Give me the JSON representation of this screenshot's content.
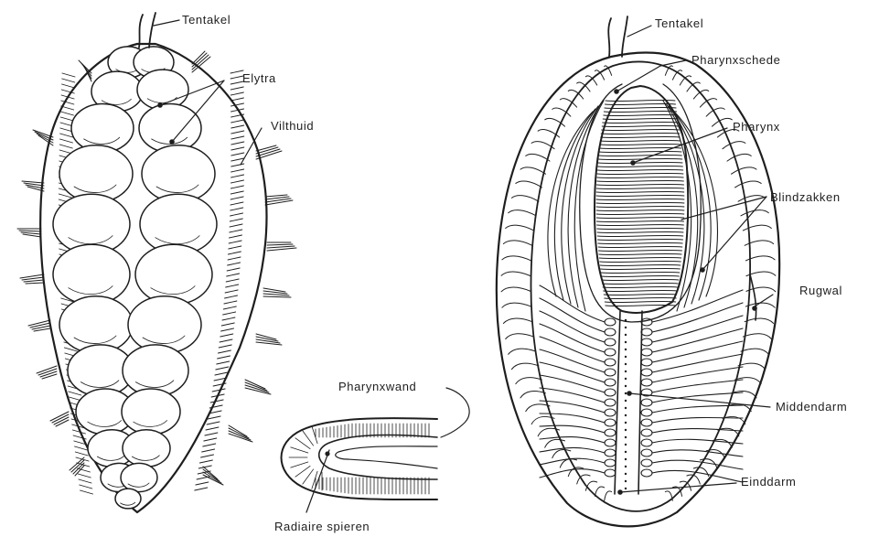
{
  "figure": {
    "left_specimen": {
      "labels": {
        "tentakel": "Tentakel",
        "elytra": "Elytra",
        "vilthuid": "Vilthuid"
      }
    },
    "pharynx_section": {
      "labels": {
        "pharynxwand": "Pharynxwand",
        "radiaire_spieren": "Radiaire spieren"
      }
    },
    "right_specimen": {
      "labels": {
        "tentakel": "Tentakel",
        "pharynxschede": "Pharynxschede",
        "pharynx": "Pharynx",
        "blindzakken": "Blindzakken",
        "rugwal": "Rugwal",
        "middendarm": "Middendarm",
        "einddarm": "Einddarm"
      }
    }
  }
}
